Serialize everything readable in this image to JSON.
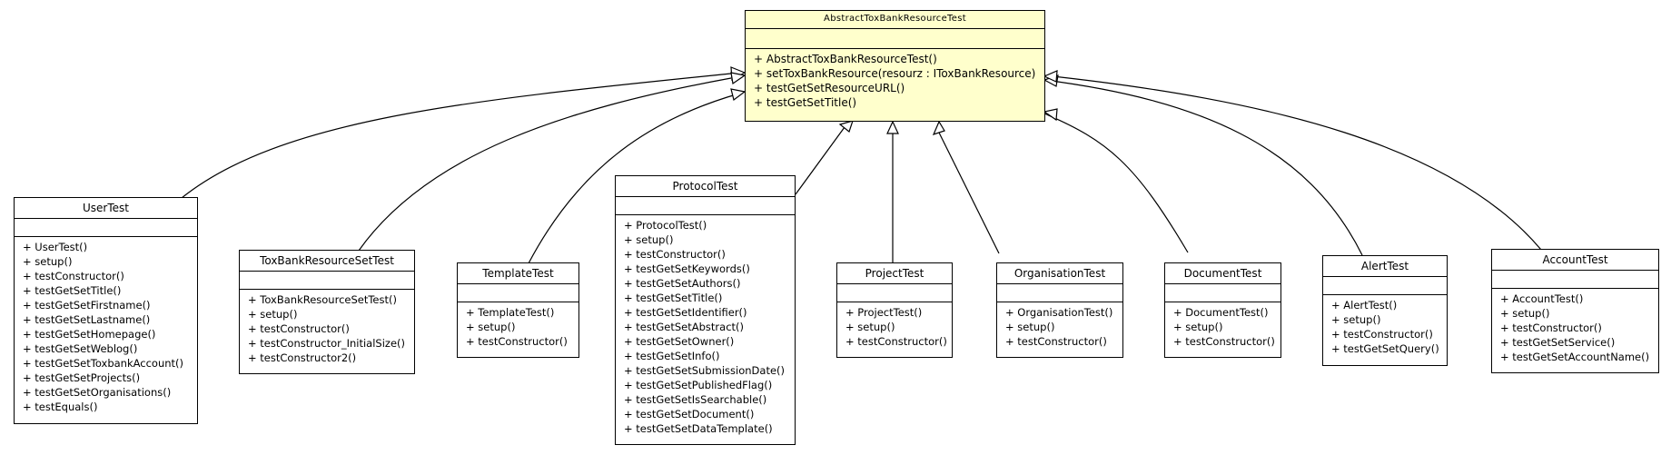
{
  "classes": {
    "base": {
      "name": "AbstractToxBankResourceTest",
      "methods": [
        "+ AbstractToxBankResourceTest()",
        "+ setToxBankResource(resourz : IToxBankResource)",
        "+ testGetSetResourceURL()",
        "+ testGetSetTitle()"
      ]
    },
    "user": {
      "name": "UserTest",
      "methods": [
        "+ UserTest()",
        "+ setup()",
        "+ testConstructor()",
        "+ testGetSetTitle()",
        "+ testGetSetFirstname()",
        "+ testGetSetLastname()",
        "+ testGetSetHomepage()",
        "+ testGetSetWeblog()",
        "+ testGetSetToxbankAccount()",
        "+ testGetSetProjects()",
        "+ testGetSetOrganisations()",
        "+ testEquals()"
      ]
    },
    "resourceset": {
      "name": "ToxBankResourceSetTest",
      "methods": [
        "+ ToxBankResourceSetTest()",
        "+ setup()",
        "+ testConstructor()",
        "+ testConstructor_InitialSize()",
        "+ testConstructor2()"
      ]
    },
    "template": {
      "name": "TemplateTest",
      "methods": [
        "+ TemplateTest()",
        "+ setup()",
        "+ testConstructor()"
      ]
    },
    "protocol": {
      "name": "ProtocolTest",
      "methods": [
        "+ ProtocolTest()",
        "+ setup()",
        "+ testConstructor()",
        "+ testGetSetKeywords()",
        "+ testGetSetAuthors()",
        "+ testGetSetTitle()",
        "+ testGetSetIdentifier()",
        "+ testGetSetAbstract()",
        "+ testGetSetOwner()",
        "+ testGetSetInfo()",
        "+ testGetSetSubmissionDate()",
        "+ testGetSetPublishedFlag()",
        "+ testGetSetIsSearchable()",
        "+ testGetSetDocument()",
        "+ testGetSetDataTemplate()"
      ]
    },
    "project": {
      "name": "ProjectTest",
      "methods": [
        "+ ProjectTest()",
        "+ setup()",
        "+ testConstructor()"
      ]
    },
    "organisation": {
      "name": "OrganisationTest",
      "methods": [
        "+ OrganisationTest()",
        "+ setup()",
        "+ testConstructor()"
      ]
    },
    "document": {
      "name": "DocumentTest",
      "methods": [
        "+ DocumentTest()",
        "+ setup()",
        "+ testConstructor()"
      ]
    },
    "alert": {
      "name": "AlertTest",
      "methods": [
        "+ AlertTest()",
        "+ setup()",
        "+ testConstructor()",
        "+ testGetSetQuery()"
      ]
    },
    "account": {
      "name": "AccountTest",
      "methods": [
        "+ AccountTest()",
        "+ setup()",
        "+ testConstructor()",
        "+ testGetSetService()",
        "+ testGetSetAccountName()"
      ]
    }
  }
}
